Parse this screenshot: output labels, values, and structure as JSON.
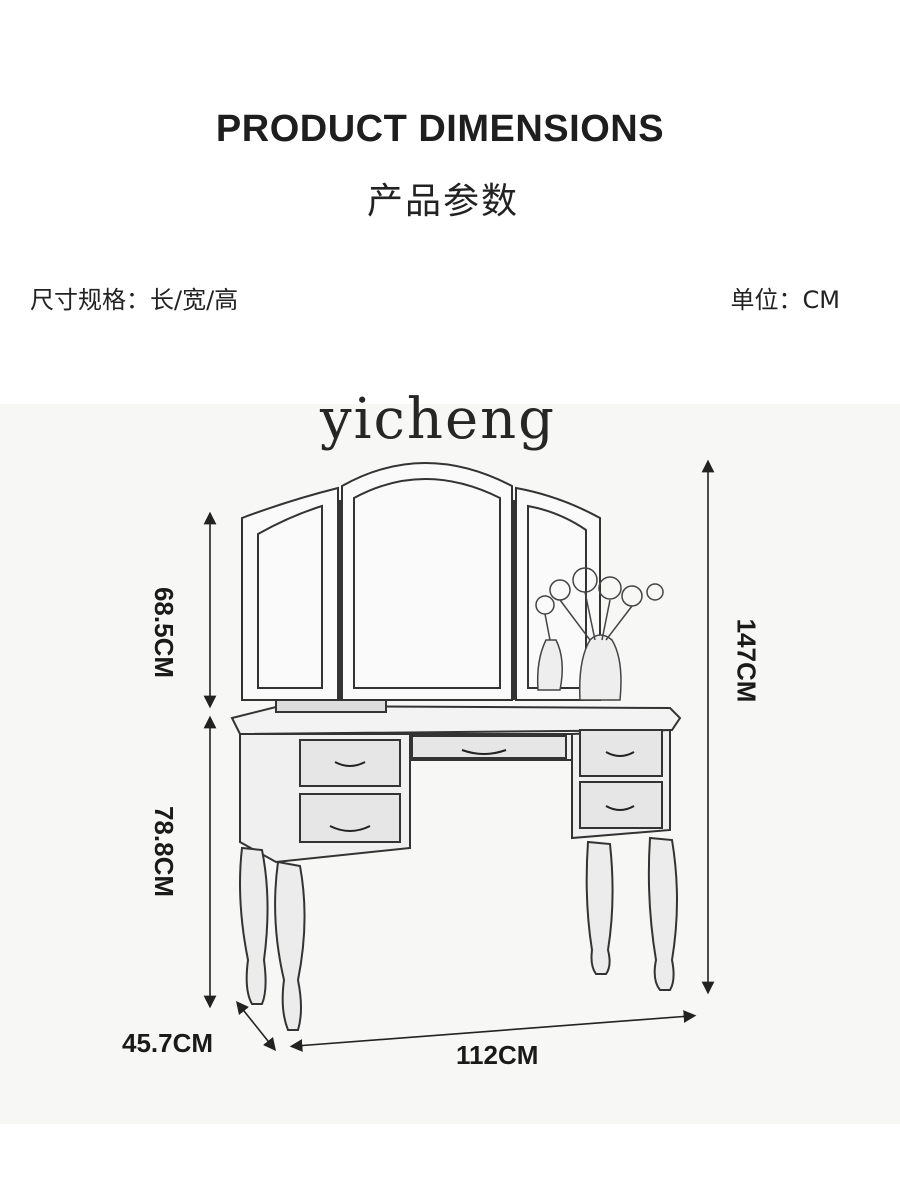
{
  "header": {
    "title_en": "PRODUCT DIMENSIONS",
    "title_cn": "产品参数"
  },
  "specs": {
    "size_label": "尺寸规格：长/宽/高",
    "unit_label": "单位：CM"
  },
  "watermark": "yicheng",
  "dimensions": {
    "mirror_height": "68.5CM",
    "table_height": "78.8CM",
    "total_height": "147CM",
    "depth": "45.7CM",
    "width": "112CM"
  },
  "illustration": {
    "subject": "vanity-table-with-tri-fold-mirror",
    "style": "pencil-sketch"
  }
}
